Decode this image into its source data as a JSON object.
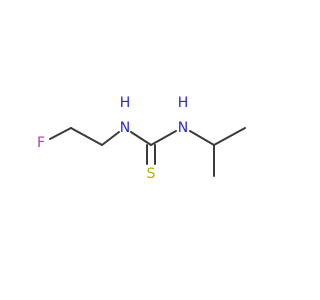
{
  "molecule": {
    "atoms": {
      "fluorine": {
        "symbol": "F",
        "color": "#b040b0"
      },
      "nitrogen_left": {
        "symbol": "N",
        "h": "H",
        "color": "#2a2acc"
      },
      "nitrogen_right": {
        "symbol": "N",
        "h": "H",
        "color": "#2a2acc"
      },
      "sulfur": {
        "symbol": "S",
        "color": "#b2b200"
      }
    },
    "bond_color": "#3a3a3a"
  }
}
